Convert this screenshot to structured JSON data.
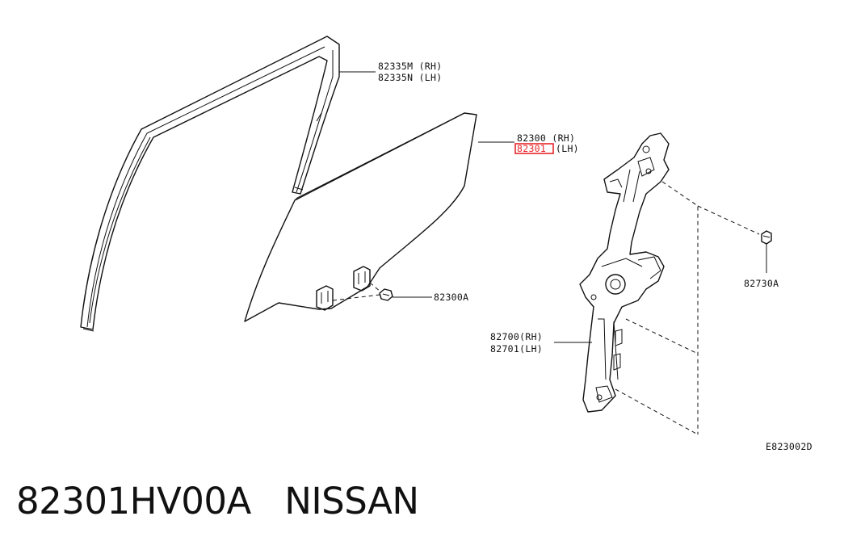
{
  "labels": {
    "seal_rh": "82335M (RH)",
    "seal_lh": "82335N (LH)",
    "glass_rh": "82300 (RH)",
    "glass_lh_part": "82301",
    "glass_lh_side": "(LH)",
    "bolt_glass": "82300A",
    "bolt_regulator": "82730A",
    "regulator_rh": "82700(RH)",
    "regulator_lh": "82701(LH)",
    "diagram_code": "E823002D"
  },
  "caption": {
    "part_number": "82301HV00A",
    "brand": "NISSAN"
  },
  "colors": {
    "highlight": "#e8262b",
    "ink": "#111111"
  }
}
